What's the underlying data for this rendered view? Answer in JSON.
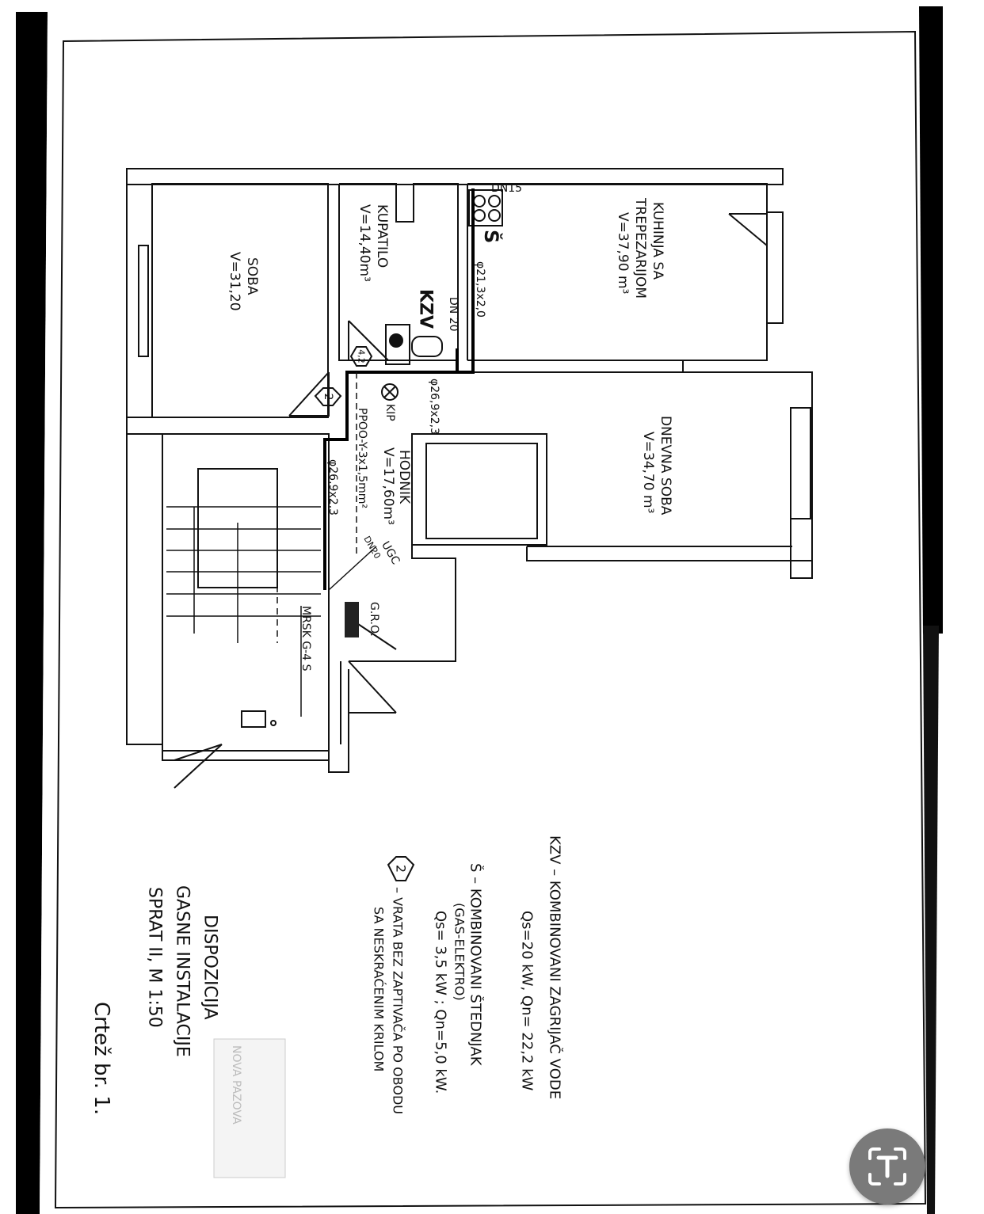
{
  "plan": {
    "rooms": {
      "kitchen": [
        "KUHINJA SA",
        "TREPEZARIJOM",
        "V=37,90 m³"
      ],
      "bedroom": [
        "SOBA",
        "V=31,20"
      ],
      "bathroom": [
        "KUPATILO",
        "V=14,40m³"
      ],
      "living": [
        "DNEVNA SOBA",
        "V=34,70 m³"
      ],
      "hall": [
        "HODNIK",
        "V=17,60m³"
      ]
    },
    "labels": {
      "kzv": "KZV",
      "dn20": "DN 20",
      "dn15": "DN15",
      "stove": "Š",
      "pipe_21": "φ21,3x2,0",
      "pipe_26a": "φ26,9x2,3",
      "pipe_26b": "φ26,9x2,3",
      "kip": "KIP",
      "cable": "PPOO-Y-3x1,5mm²",
      "ugc": "UGC",
      "ugc_dn": "DN20",
      "gro": "G.R.O.",
      "mrsk": "MRSK G-4 S",
      "door_tag": "2",
      "door_tag_42": "4,2"
    }
  },
  "legend": {
    "kzv_title": "KZV – KOMBINOVANI ZAGRIJAČ VODE",
    "kzv_values": "Qs=20 kW,   Qn= 22,2 kW",
    "s_title": "Š – KOMBINOVANI ŠTEDNJAK",
    "s_sub": "(GAS-ELEKTRO)",
    "s_values": "Qs= 3,5 kW ;  Qn=5,0 kW.",
    "door_num": "2",
    "door_text": "– VRATA BEZ ZAPTIVAČA PO OBODU",
    "door_text2": "SA NESKRAĆENIM KRILOM"
  },
  "title_block": {
    "line1": "DISPOZICIJA",
    "line2": "GASNE INSTALACIJE",
    "line3": "SPRAT II,  M 1:50",
    "drawing_no": "Crtež br. 1.",
    "stamp": "NOVA PAZOVA"
  },
  "lens_button": {
    "icon": "text-scan-icon"
  }
}
